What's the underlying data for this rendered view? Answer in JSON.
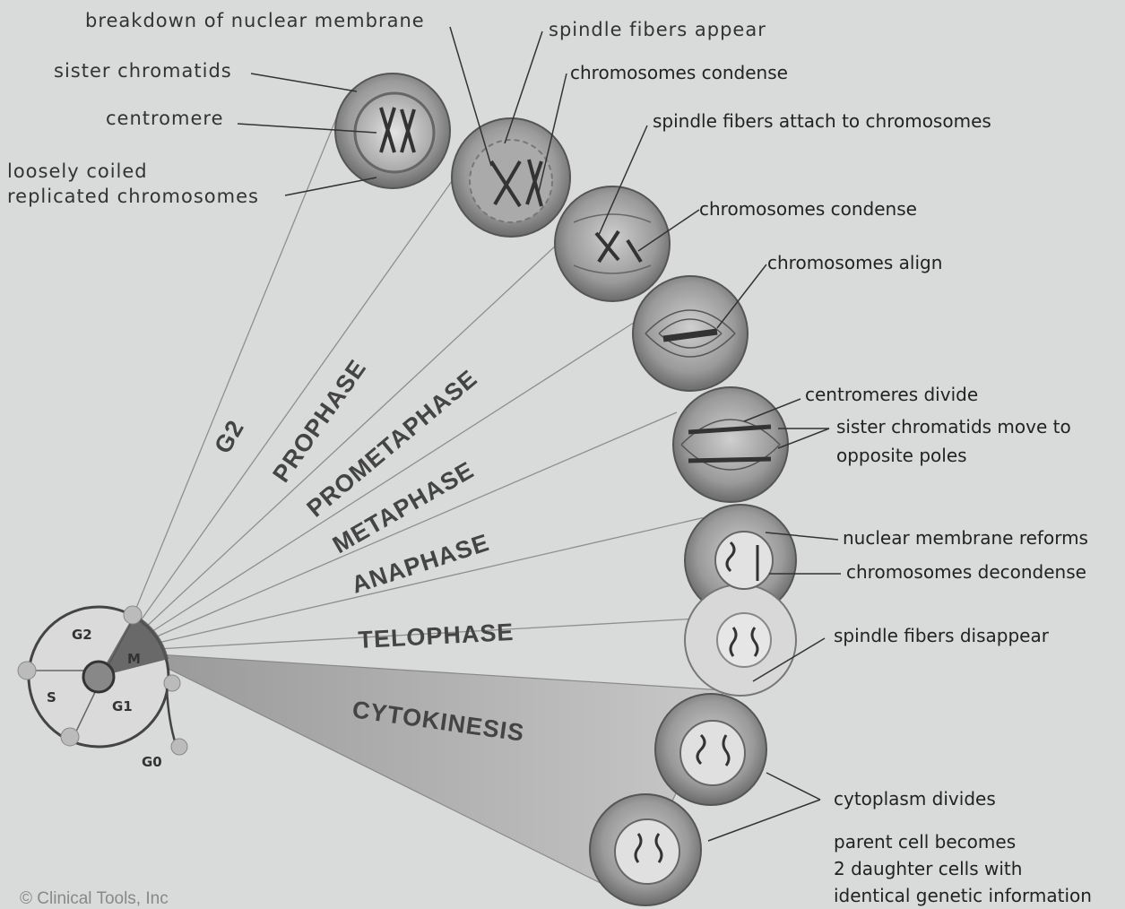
{
  "labels": {
    "breakdown": "breakdown of nuclear membrane",
    "sister_chromatids": "sister chromatids",
    "centromere": "centromere",
    "loosely_1": "loosely coiled",
    "loosely_2": "replicated chromosomes",
    "spindle_appear": "spindle fibers appear",
    "condense_1": "chromosomes condense",
    "spindle_attach": "spindle fibers attach to chromosomes",
    "condense_2": "chromosomes condense",
    "align": "chromosomes align",
    "centromeres_divide": "centromeres divide",
    "sister_move_1": "sister chromatids move to",
    "sister_move_2": "opposite poles",
    "membrane_reforms": "nuclear membrane reforms",
    "decondense": "chromosomes decondense",
    "spindle_disappear": "spindle fibers disappear",
    "cytoplasm": "cytoplasm divides",
    "parent_1": "parent cell becomes",
    "parent_2": "2 daughter cells with",
    "parent_3": "identical genetic information"
  },
  "phases": {
    "g2": "G2",
    "prophase": "PROPHASE",
    "prometaphase": "PROMETAPHASE",
    "metaphase": "METAPHASE",
    "anaphase": "ANAPHASE",
    "telophase": "TELOPHASE",
    "cytokinesis": "CYTOKINESIS"
  },
  "cycle": {
    "g2": "G2",
    "m": "M",
    "s": "S",
    "g1": "G1",
    "g0": "G0"
  },
  "copyright": "© Clinical Tools, Inc"
}
